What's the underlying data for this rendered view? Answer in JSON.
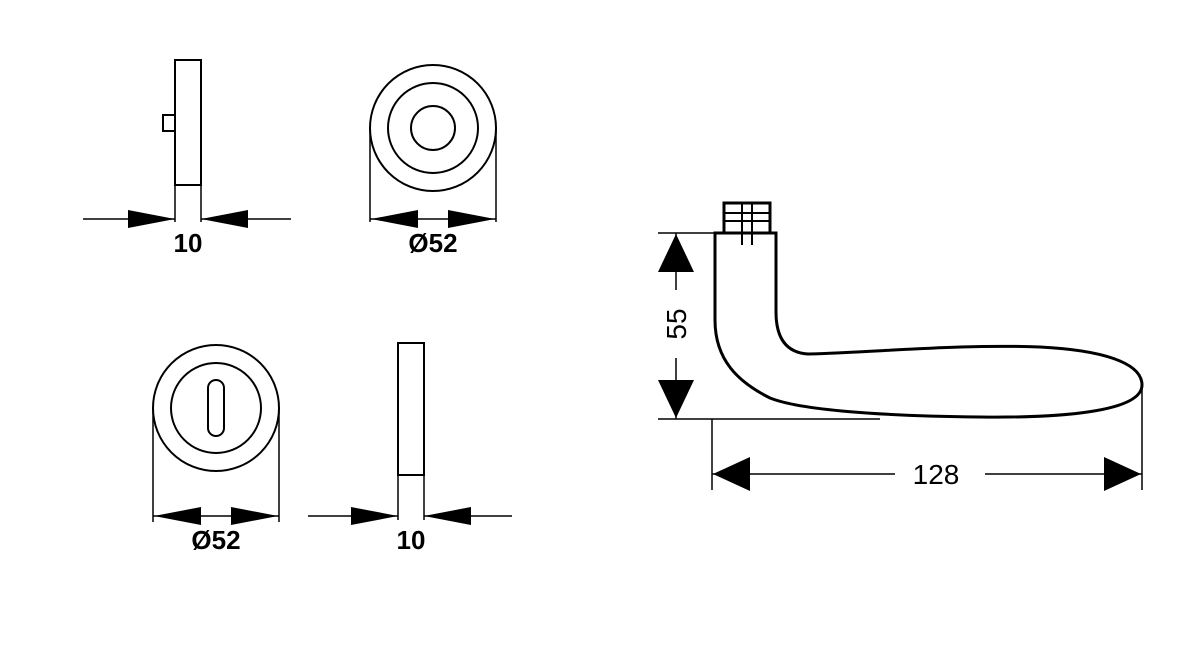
{
  "dimensions": {
    "rosette_side_thickness": "10",
    "rosette_front_diameter": "Ø52",
    "escutcheon_front_diameter": "Ø52",
    "escutcheon_side_thickness": "10",
    "handle_height": "55",
    "handle_length": "128"
  }
}
